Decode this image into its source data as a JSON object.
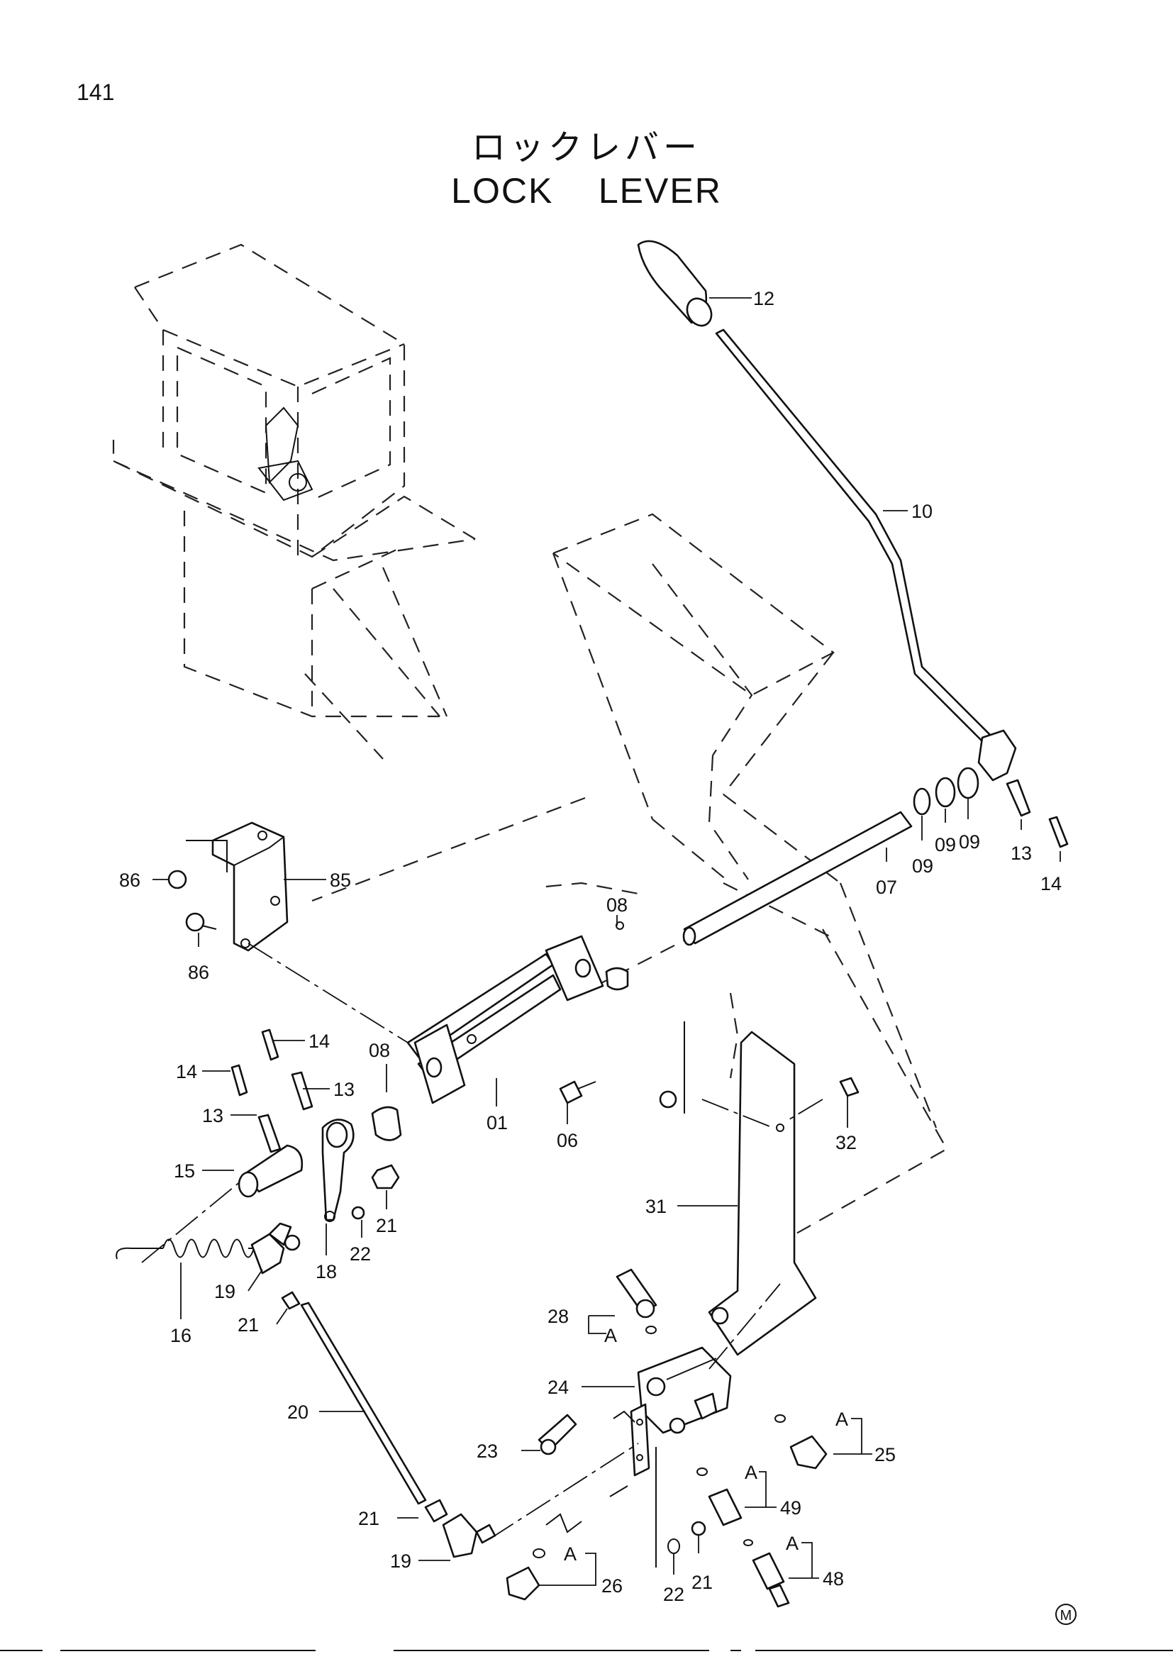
{
  "page": {
    "number": "141"
  },
  "title": {
    "japanese": "ロックレバー",
    "english": "LOCK    LEVER"
  },
  "mark": "M",
  "callouts": [
    "12",
    "10",
    "09",
    "09",
    "09",
    "13",
    "14",
    "07",
    "85",
    "86",
    "86",
    "08",
    "08",
    "14",
    "14",
    "13",
    "13",
    "01",
    "06",
    "32",
    "15",
    "22",
    "21",
    "31",
    "18",
    "19",
    "16",
    "21",
    "28",
    "A",
    "24",
    "20",
    "23",
    "A",
    "25",
    "A",
    "49",
    "21",
    "19",
    "A",
    "26",
    "22",
    "21",
    "A",
    "48"
  ]
}
